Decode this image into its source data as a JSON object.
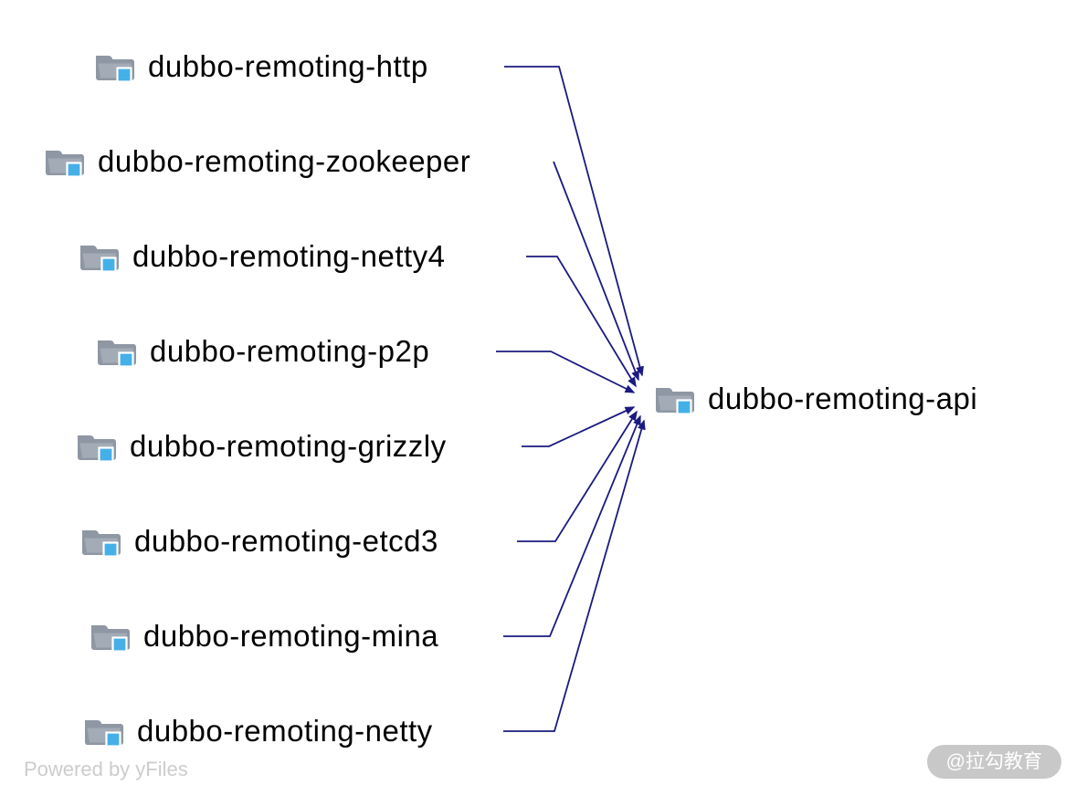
{
  "diagram": {
    "type": "dependency-graph",
    "source_nodes": [
      {
        "label": "dubbo-remoting-http"
      },
      {
        "label": "dubbo-remoting-zookeeper"
      },
      {
        "label": "dubbo-remoting-netty4"
      },
      {
        "label": "dubbo-remoting-p2p"
      },
      {
        "label": "dubbo-remoting-grizzly"
      },
      {
        "label": "dubbo-remoting-etcd3"
      },
      {
        "label": "dubbo-remoting-mina"
      },
      {
        "label": "dubbo-remoting-netty"
      }
    ],
    "target_node": {
      "label": "dubbo-remoting-api"
    },
    "edges": [
      {
        "from": "dubbo-remoting-http",
        "to": "dubbo-remoting-api"
      },
      {
        "from": "dubbo-remoting-zookeeper",
        "to": "dubbo-remoting-api"
      },
      {
        "from": "dubbo-remoting-netty4",
        "to": "dubbo-remoting-api"
      },
      {
        "from": "dubbo-remoting-p2p",
        "to": "dubbo-remoting-api"
      },
      {
        "from": "dubbo-remoting-grizzly",
        "to": "dubbo-remoting-api"
      },
      {
        "from": "dubbo-remoting-etcd3",
        "to": "dubbo-remoting-api"
      },
      {
        "from": "dubbo-remoting-mina",
        "to": "dubbo-remoting-api"
      },
      {
        "from": "dubbo-remoting-netty",
        "to": "dubbo-remoting-api"
      }
    ],
    "colors": {
      "edge": "#1a1a80",
      "folder_gray": "#8e97a3",
      "folder_gray_light": "#a3abb6",
      "folder_blue": "#45b0e8",
      "text": "#000000"
    }
  },
  "watermark": {
    "powered_by": "Powered by yFiles",
    "badge": "@拉勾教育"
  }
}
